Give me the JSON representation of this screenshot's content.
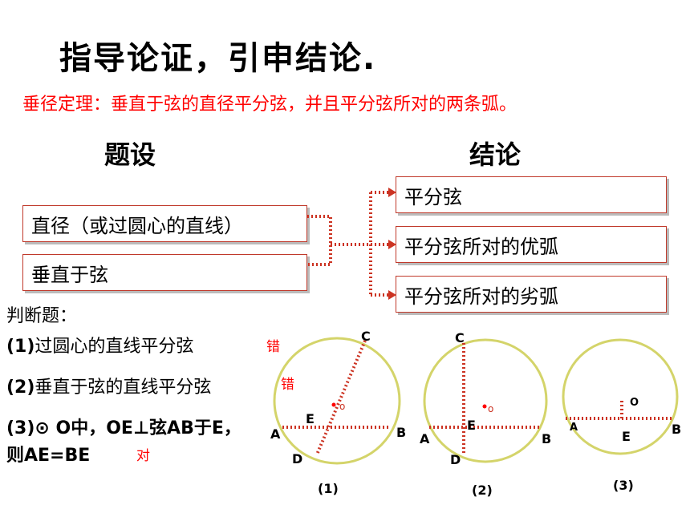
{
  "slide": {
    "title": "指导论证，引申结论.",
    "theorem": "垂径定理：垂直于弦的直径平分弦，并且平分弦所对的两条弧。",
    "hypothesis_header": "题设",
    "conclusion_header": "结论",
    "hypotheses": [
      "直径（或过圆心的直线）",
      "垂直于弦"
    ],
    "conclusions": [
      "平分弦",
      "平分弦所对的优弧",
      "平分弦所对的劣弧"
    ],
    "judgment": {
      "heading": "判断题：",
      "items": [
        {
          "number": "(1)",
          "text": "过圆心的直线平分弦",
          "mark": "错"
        },
        {
          "number": "(2)",
          "text": "垂直于弦的直线平分弦",
          "mark": "错"
        },
        {
          "number": "(3)",
          "text": "⊙ O中，OE⊥弦AB于E，",
          "line2": "则AE=BE",
          "mark": "对"
        }
      ]
    },
    "figures": [
      {
        "label": "(1)",
        "points": {
          "A": "A",
          "B": "B",
          "C": "C",
          "D": "D",
          "E": "E",
          "O": "o"
        }
      },
      {
        "label": "(2)",
        "points": {
          "A": "A",
          "B": "B",
          "C": "C",
          "D": "D",
          "E": "E",
          "O": "o"
        }
      },
      {
        "label": "(3)",
        "points": {
          "A": "A",
          "B": "B",
          "E": "E",
          "O": "O"
        }
      }
    ],
    "colors": {
      "accent": "#ff0000",
      "circle": "#d4d46a",
      "dots": "#cc3322"
    }
  }
}
